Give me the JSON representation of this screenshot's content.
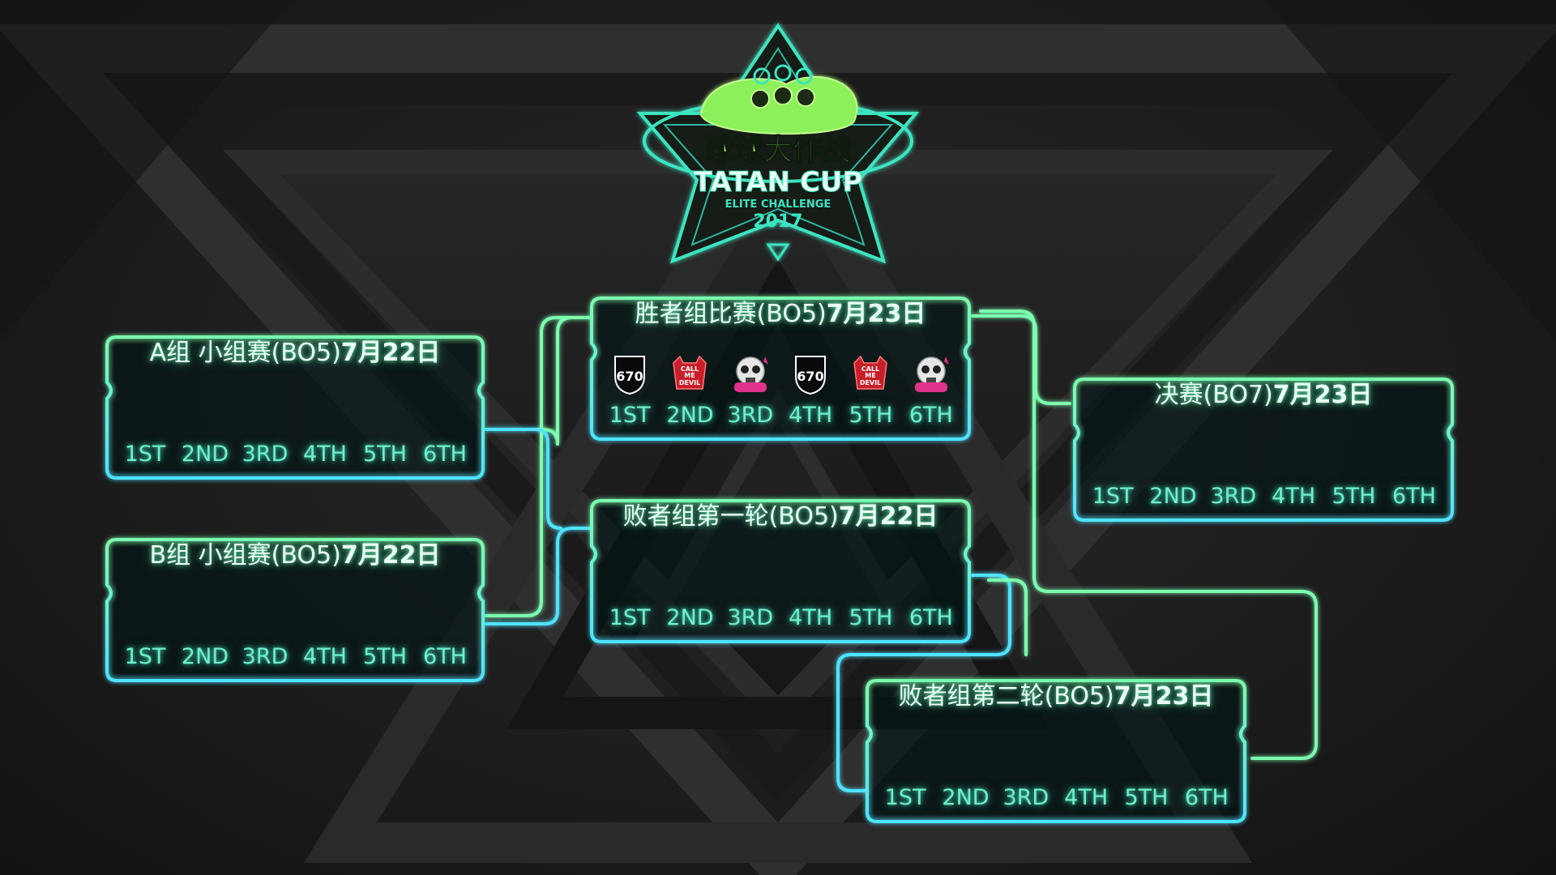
{
  "logo": {
    "title_cn": "球球大作战",
    "title_en": "TATAN CUP",
    "subtitle": "ELITE CHALLENGE",
    "year": "2017"
  },
  "brackets": [
    {
      "id": "group-a",
      "title": "A组 小组赛(BO5)",
      "date": "7月22日",
      "ranks": [
        "1ST",
        "2ND",
        "3RD",
        "4TH",
        "5TH",
        "6TH"
      ]
    },
    {
      "id": "group-b",
      "title": "B组 小组赛(BO5)",
      "date": "7月22日",
      "ranks": [
        "1ST",
        "2ND",
        "3RD",
        "4TH",
        "5TH",
        "6TH"
      ]
    },
    {
      "id": "winners",
      "title": "胜者组比赛(BO5)",
      "date": "7月23日",
      "ranks": [
        "1ST",
        "2ND",
        "3RD",
        "4TH",
        "5TH",
        "6TH"
      ],
      "logos": [
        "670-team-logo",
        "call-me-devil-team-logo",
        "skull-team-logo",
        "670-team-logo",
        "call-me-devil-team-logo",
        "skull-team-logo"
      ]
    },
    {
      "id": "losers-r1",
      "title": "败者组第一轮(BO5)",
      "date": "7月22日",
      "ranks": [
        "1ST",
        "2ND",
        "3RD",
        "4TH",
        "5TH",
        "6TH"
      ]
    },
    {
      "id": "losers-r2",
      "title": "败者组第二轮(BO5)",
      "date": "7月23日",
      "ranks": [
        "1ST",
        "2ND",
        "3RD",
        "4TH",
        "5TH",
        "6TH"
      ]
    },
    {
      "id": "final",
      "title": "决赛(BO7)",
      "date": "7月23日",
      "ranks": [
        "1ST",
        "2ND",
        "3RD",
        "4TH",
        "5TH",
        "6TH"
      ]
    }
  ],
  "team_logo_text": {
    "team1": "670",
    "team2_line1": "CALL",
    "team2_line2": "ME",
    "team2_line3": "DEVIL"
  },
  "colors": {
    "neon_green": "#7dffb0",
    "neon_cyan": "#4fe3ff",
    "rank_text": "#6ff0c8",
    "background": "#1c1c1c"
  }
}
